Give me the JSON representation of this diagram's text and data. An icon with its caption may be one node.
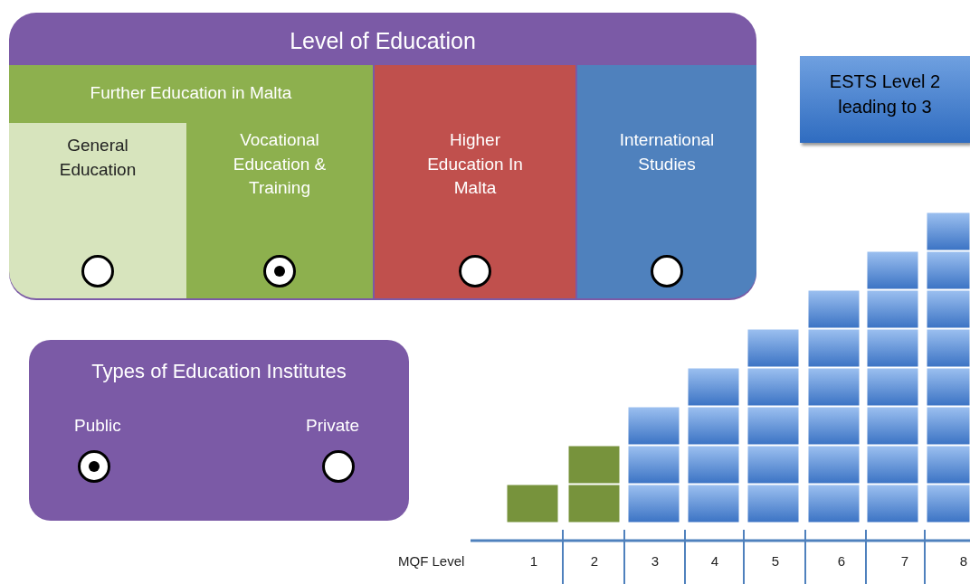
{
  "diagram": {
    "nodes": [
      {
        "text": [
          "Level of Education"
        ]
      },
      {
        "text": [
          "Further Education in Malta"
        ],
        "in": 0
      },
      {
        "text": [
          "General Education"
        ],
        "in": 0
      },
      {
        "text": [
          "Vocational Education & Training"
        ],
        "in": 0
      },
      {
        "text": [
          "Higher Education In Malta"
        ],
        "in": 0
      },
      {
        "text": [
          "International Studies"
        ],
        "in": 0
      },
      {
        "text": [
          "ESTS Level 2 leading to 3"
        ]
      },
      {
        "text": [
          "Types of Education Institutes"
        ]
      }
    ],
    "labels": [
      "Public",
      "Private",
      "MQF Level",
      "1",
      "2",
      "3",
      "4",
      "5",
      "6",
      "7",
      "8"
    ]
  }
}
